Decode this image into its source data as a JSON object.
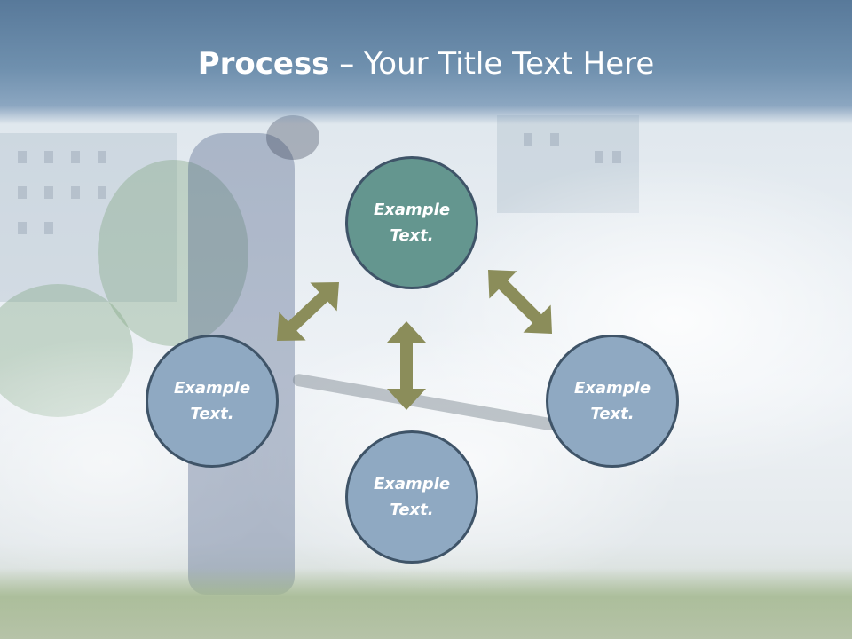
{
  "title": {
    "bold": "Process",
    "rest": " – Your Title Text Here"
  },
  "nodes": {
    "top": "Example Text.",
    "left": "Example Text.",
    "bottom": "Example Text.",
    "right": "Example Text."
  },
  "colors": {
    "title_band": "#6b8caa",
    "center_node": "#64968f",
    "outer_node": "#8fa9c2",
    "node_border": "#3f5468",
    "arrow": "#8b8d5a"
  }
}
